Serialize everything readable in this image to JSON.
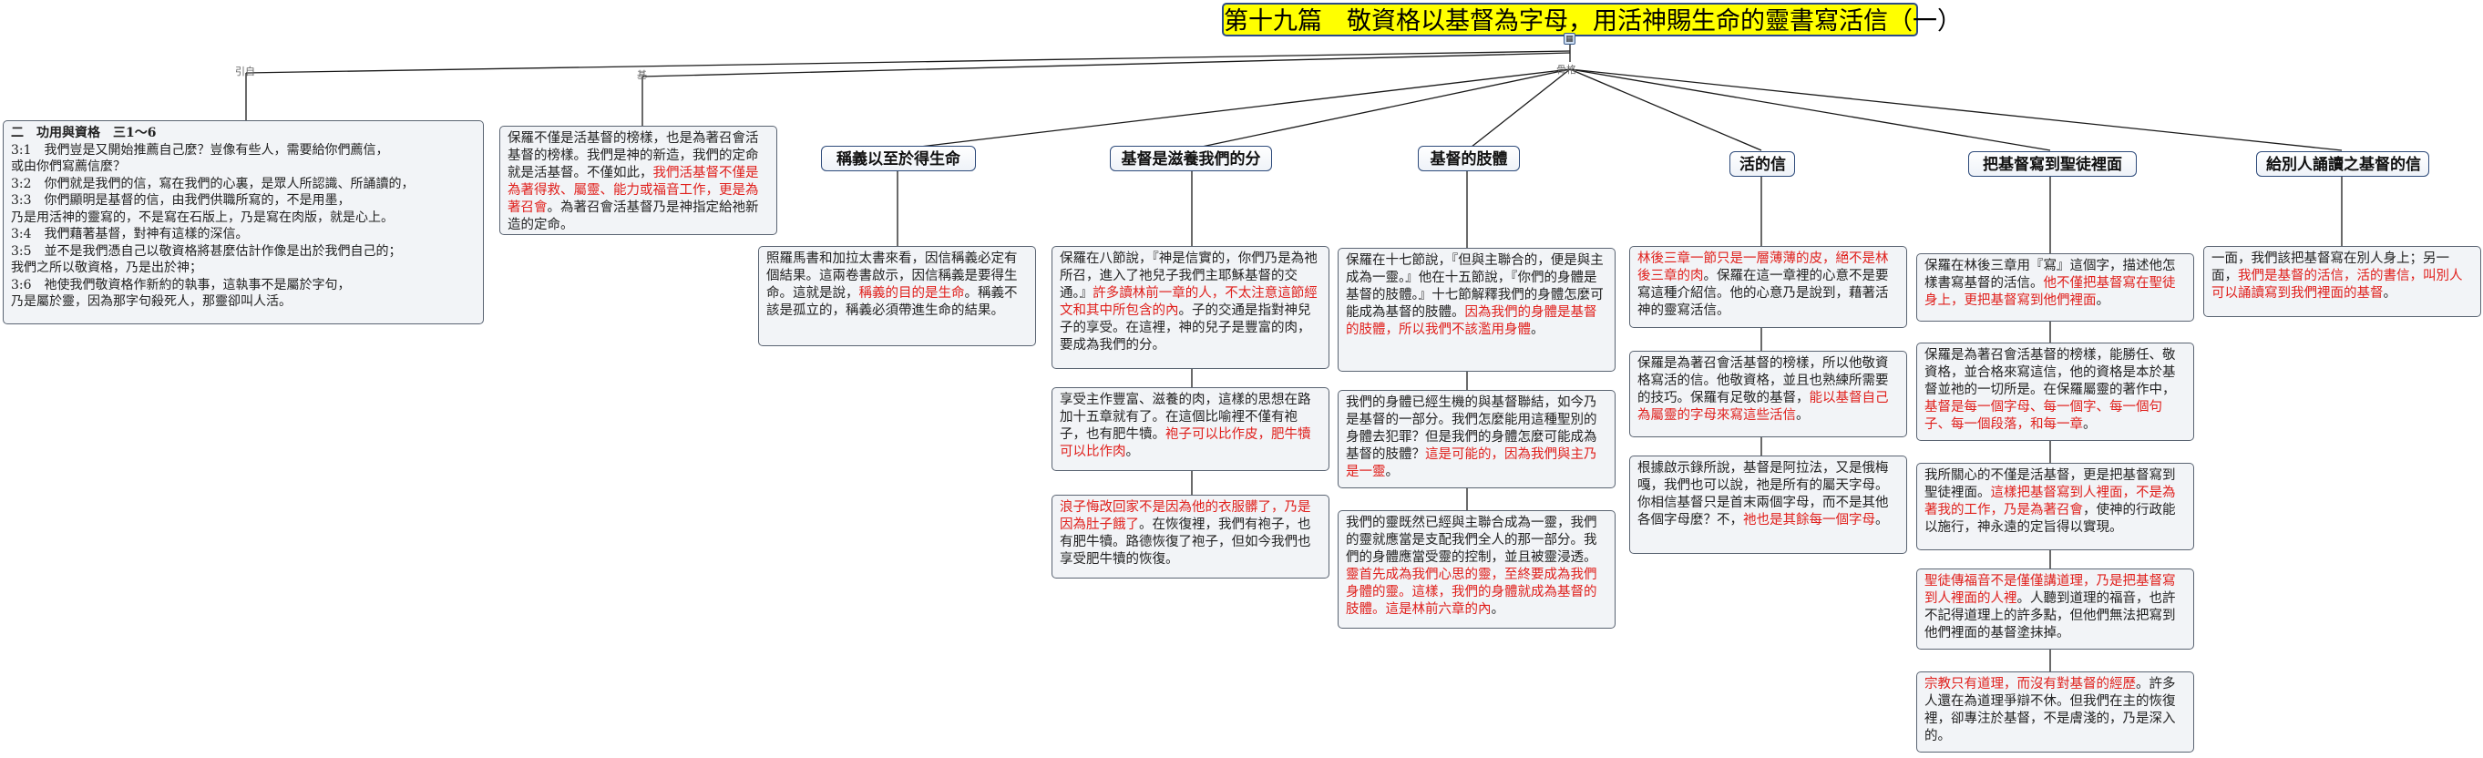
{
  "title": "第十九篇　敬資格以基督為字母，用活神賜生命的靈書寫活信（一）",
  "hub_icon": "topic-hub-icon",
  "connectors": {
    "intro": "引自",
    "basis": "基",
    "framework": "骨格"
  },
  "intro_note": {
    "heading": "二　功用與資格　三1～6",
    "verses": [
      "3:1　我們豈是又開始推薦自己麼？豈像有些人，需要給你們薦信，",
      "或由你們寫薦信麼？",
      "3:2　你們就是我們的信，寫在我們的心裏，是眾人所認識、所誦讀的，",
      "3:3　你們顯明是基督的信，由我們供職所寫的，不是用墨，",
      "乃是用活神的靈寫的，不是寫在石版上，乃是寫在肉版，就是心上。",
      "3:4　我們藉著基督，對神有這樣的深信。",
      "3:5　並不是我們憑自己以敬資格將甚麼估計作像是出於我們自己的；",
      "我們之所以敬資格，乃是出於神；",
      "3:6　祂使我們敬資格作新約的執事，這執事不是屬於字句，",
      "乃是屬於靈，因為那字句殺死人，那靈卻叫人活。"
    ]
  },
  "basis_note": {
    "segments": [
      {
        "t": "保羅不僅是活基督的榜樣，也是為著召會活基督的榜樣。我們是神的新造，我們的定命就是活基督。不僅如此，",
        "red": false
      },
      {
        "t": "我們活基督不僅是為著得救、屬靈、能力或福音工作，更是為著召會",
        "red": true
      },
      {
        "t": "。為著召會活基督乃是神指定給祂新造的定命。",
        "red": false
      }
    ]
  },
  "categories": [
    {
      "label": "稱義以至於得生命"
    },
    {
      "label": "基督是滋養我們的分"
    },
    {
      "label": "基督的肢體"
    },
    {
      "label": "活的信"
    },
    {
      "label": "把基督寫到聖徒裡面"
    },
    {
      "label": "給別人誦讀之基督的信"
    }
  ],
  "col1": [
    {
      "segments": [
        {
          "t": "照羅馬書和加拉太書來看，因信稱義必定有個結果。這兩卷書啟示，因信稱義是要得生命。這就是說，",
          "red": false
        },
        {
          "t": "稱義的目的是生命",
          "red": true
        },
        {
          "t": "。稱義不該是孤立的，稱義必須帶進生命的結果。",
          "red": false
        }
      ]
    }
  ],
  "col2": [
    {
      "segments": [
        {
          "t": "保羅在八節說，『神是信實的，你們乃是為祂所召，進入了祂兒子我們主耶穌基督的交通。』",
          "red": false
        },
        {
          "t": "許多讀林前一章的人，不太注意這節經文和其中所包含的內",
          "red": true
        },
        {
          "t": "。子的交通是指對神兒子的享受。在這裡，神的兒子是豐富的肉，要成為我們的分。",
          "red": false
        }
      ]
    },
    {
      "segments": [
        {
          "t": "享受主作豐富、滋養的肉，這樣的思想在路加十五章就有了。在這個比喻裡不僅有袍子，也有肥牛犢。",
          "red": false
        },
        {
          "t": "袍子可以比作皮，肥牛犢可以比作肉",
          "red": true
        },
        {
          "t": "。",
          "red": false
        }
      ]
    },
    {
      "segments": [
        {
          "t": "浪子悔改回家不是因為他的衣服髒了，乃是因為肚子餓了",
          "red": true
        },
        {
          "t": "。在恢復裡，我們有袍子，也有肥牛犢。路德恢復了袍子，但如今我們也享受肥牛犢的恢復。",
          "red": false
        }
      ]
    }
  ],
  "col3": [
    {
      "segments": [
        {
          "t": "保羅在十七節說，『但與主聯合的，便是與主成為一靈。』他在十五節說，『你們的身體是基督的肢體。』十七節解釋我們的身體怎麼可能成為基督的肢體。",
          "red": false
        },
        {
          "t": "因為我們的身體是基督的肢體，所以我們不該濫用身體",
          "red": true
        },
        {
          "t": "。",
          "red": false
        }
      ]
    },
    {
      "segments": [
        {
          "t": "我們的身體已經生機的與基督聯結，如今乃是基督的一部分。我們怎麼能用這種聖別的身體去犯罪？但是我們的身體怎麼可能成為基督的肢體？",
          "red": false
        },
        {
          "t": "這是可能的，因為我們與主乃是一靈",
          "red": true
        },
        {
          "t": "。",
          "red": false
        }
      ]
    },
    {
      "segments": [
        {
          "t": "我們的靈既然已經與主聯合成為一靈，我們的靈就應當是支配我們全人的那一部分。我們的身體應當受靈的控制，並且被靈浸透。",
          "red": false
        },
        {
          "t": "靈首先成為我們心思的靈，至終要成為我們身體的靈。這樣，我們的身體就成為基督的肢體。這是林前六章的內",
          "red": true
        },
        {
          "t": "。",
          "red": false
        }
      ]
    }
  ],
  "col4": [
    {
      "segments": [
        {
          "t": "林後三章一節只是一層薄薄的皮，絕不是林後三章的肉",
          "red": true
        },
        {
          "t": "。保羅在這一章裡的心意不是要寫這種介紹信。他的心意乃是說到，藉著活神的靈寫活信。",
          "red": false
        }
      ]
    },
    {
      "segments": [
        {
          "t": "保羅是為著召會活基督的榜樣，所以他敬資格寫活的信。他敬資格，並且也熟練所需要的技巧。保羅有足敬的基督，",
          "red": false
        },
        {
          "t": "能以基督自己為屬靈的字母來寫這些活信",
          "red": true
        },
        {
          "t": "。",
          "red": false
        }
      ]
    },
    {
      "segments": [
        {
          "t": "根據啟示錄所說，基督是阿拉法，又是俄梅嘎，我們也可以說，祂是所有的屬天字母。你相信基督只是首末兩個字母，而不是其他各個字母麼？不，",
          "red": false
        },
        {
          "t": "祂也是其餘每一個字母",
          "red": true
        },
        {
          "t": "。",
          "red": false
        }
      ]
    }
  ],
  "col5": [
    {
      "segments": [
        {
          "t": "保羅在林後三章用『寫』這個字，描述他怎樣書寫基督的活信。",
          "red": false
        },
        {
          "t": "他不僅把基督寫在聖徒身上，更把基督寫到他們裡面",
          "red": true
        },
        {
          "t": "。",
          "red": false
        }
      ]
    },
    {
      "segments": [
        {
          "t": "保羅是為著召會活基督的榜樣，能勝任、敬資格，並合格來寫這信，他的資格是本於基督並祂的一切所是。在保羅屬靈的著作中，",
          "red": false
        },
        {
          "t": "基督是每一個字母、每一個字、每一個句子、每一個段落，和每一章",
          "red": true
        },
        {
          "t": "。",
          "red": false
        }
      ]
    },
    {
      "segments": [
        {
          "t": "我所關心的不僅是活基督，更是把基督寫到聖徒裡面。",
          "red": false
        },
        {
          "t": "這樣把基督寫到人裡面，不是為著我的工作，乃是為著召會",
          "red": true
        },
        {
          "t": "，使神的行政能以施行，神永遠的定旨得以實現。",
          "red": false
        }
      ]
    },
    {
      "segments": [
        {
          "t": "聖徒傳福音不是僅僅講道理，乃是把基督寫到人裡面的人裡",
          "red": true
        },
        {
          "t": "。人聽到道理的福音，也許不記得道理上的許多點，但他們無法把寫到他們裡面的基督塗抹掉。",
          "red": false
        }
      ]
    },
    {
      "segments": [
        {
          "t": "宗教只有道理，而沒有對基督的經歷",
          "red": true
        },
        {
          "t": "。許多人還在為道理爭辯不休。但我們在主的恢復裡，卻專注於基督，不是膚淺的，乃是深入的。",
          "red": false
        }
      ]
    }
  ],
  "col6": [
    {
      "segments": [
        {
          "t": "一面，我們該把基督寫在別人身上；另一面，",
          "red": false
        },
        {
          "t": "我們是基督的活信，活的書信，叫別人可以誦讀寫到我們裡面的基督",
          "red": true
        },
        {
          "t": "。",
          "red": false
        }
      ]
    }
  ]
}
